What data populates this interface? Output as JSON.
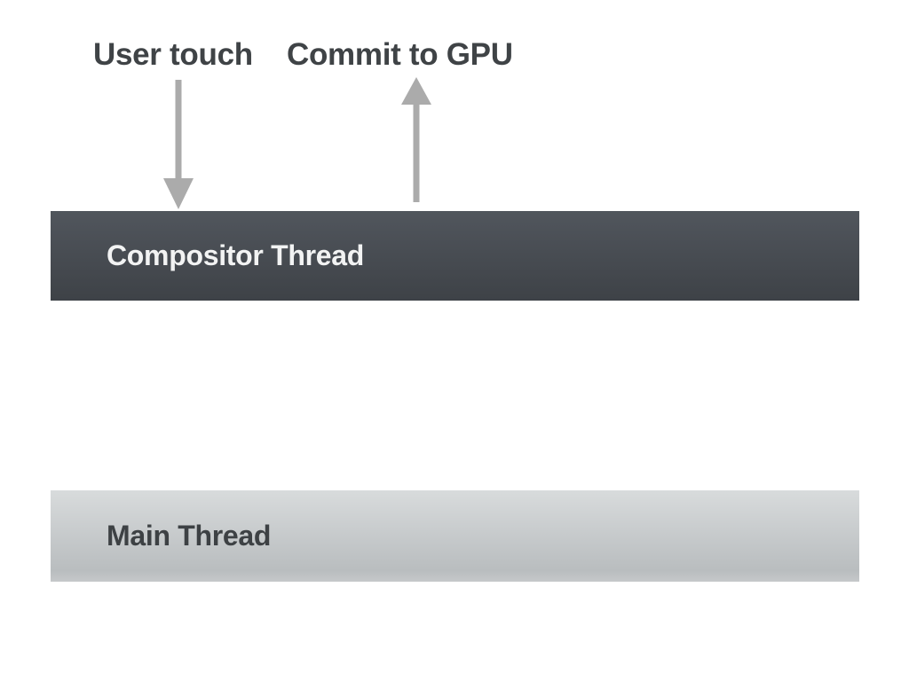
{
  "diagram": {
    "annotations": {
      "user_touch": {
        "label": "User touch",
        "arrow_direction": "down",
        "arrow_meaning": "input event arriving at compositor thread"
      },
      "commit_gpu": {
        "label": "Commit to GPU",
        "arrow_direction": "up",
        "arrow_meaning": "frame committed from compositor thread to GPU"
      }
    },
    "bars": {
      "compositor": {
        "label": "Compositor Thread"
      },
      "main": {
        "label": "Main Thread"
      }
    }
  },
  "colors": {
    "background": "#ffffff",
    "label-text": "#3f4346",
    "arrow": "#ababab",
    "compositor-bar-top": "#51565d",
    "compositor-bar-bottom": "#3e4247",
    "compositor-text": "#f2f3f3",
    "main-bar-top": "#d8dbdc",
    "main-bar-bottom": "#b9bdbf",
    "main-text": "#3d4144"
  }
}
